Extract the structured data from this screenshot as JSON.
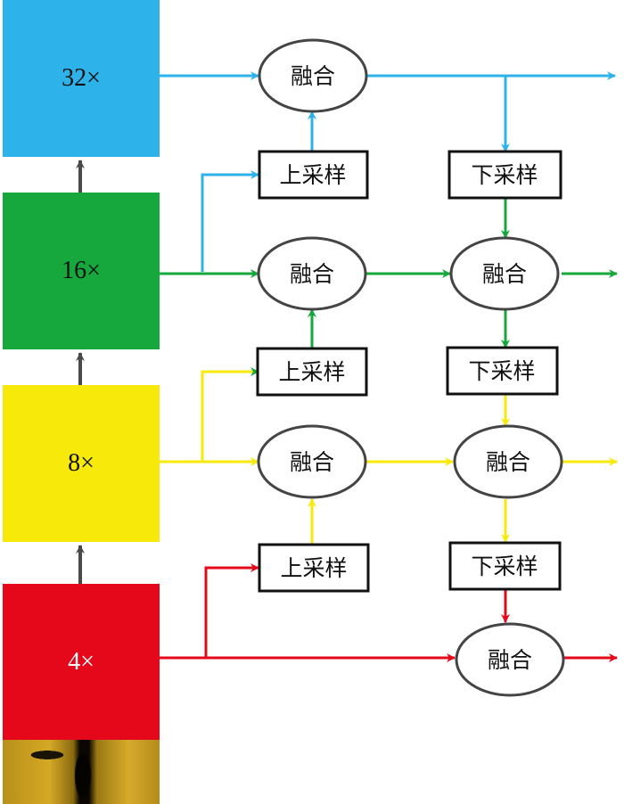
{
  "colors": {
    "scale_32": "#2eb2ea",
    "scale_16": "#16a83c",
    "scale_8": "#f7ea0b",
    "scale_4": "#e5081a",
    "backbone_arrow": "#4a4a4a",
    "node_border": "#444444"
  },
  "scales": [
    {
      "id": "32x",
      "label": "32×",
      "color_key": "scale_32"
    },
    {
      "id": "16x",
      "label": "16×",
      "color_key": "scale_16"
    },
    {
      "id": "8x",
      "label": "8×",
      "color_key": "scale_8"
    },
    {
      "id": "4x",
      "label": "4×",
      "color_key": "scale_4"
    }
  ],
  "labels": {
    "fuse": "融合",
    "upsample": "上采样",
    "downsample": "下采样"
  },
  "image": {
    "name": "side-scan sonar image"
  }
}
